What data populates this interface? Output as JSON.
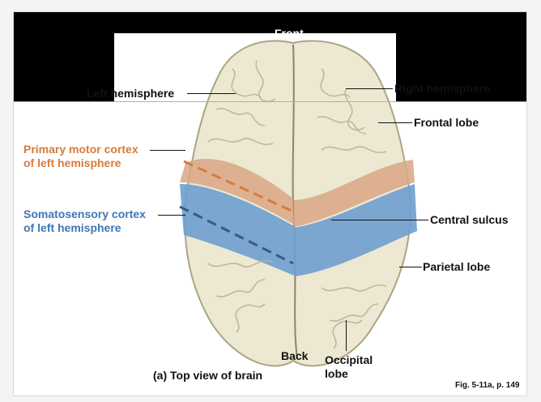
{
  "labels": {
    "front": "Front",
    "left_hemisphere": "Left hemisphere",
    "right_hemisphere": "Right hemisphere",
    "frontal_lobe": "Frontal lobe",
    "primary_motor_cortex": "Primary motor cortex",
    "primary_motor_cortex_sub": "of left hemisphere",
    "somatosensory_cortex": "Somatosensory cortex",
    "somatosensory_cortex_sub": "of left hemisphere",
    "central_sulcus": "Central sulcus",
    "parietal_lobe": "Parietal lobe",
    "back": "Back",
    "occipital_lobe": "Occipital",
    "occipital_lobe_sub": "lobe",
    "caption": "(a) Top view of brain",
    "figure_ref": "Fig. 5-11a, p. 149"
  },
  "colors": {
    "motor": "#d97a3a",
    "sensory": "#3f76b4",
    "brain": "#ece8d2"
  }
}
